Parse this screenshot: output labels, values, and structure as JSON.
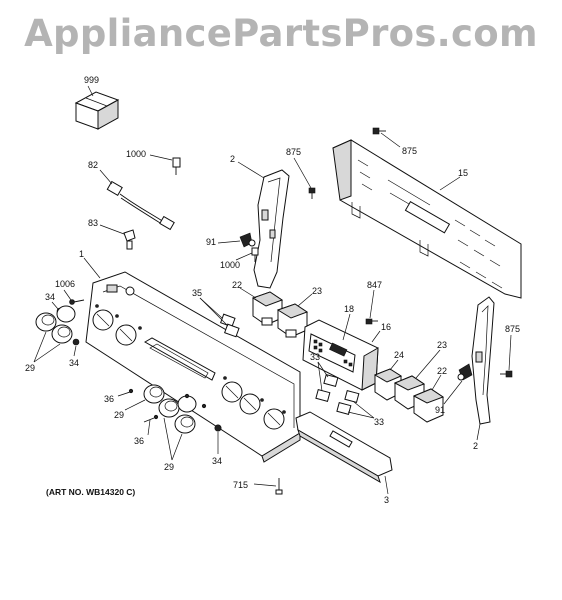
{
  "watermark": "AppliancePartsPros.com",
  "art_no": "(ART NO. WB14320 C)",
  "callouts": {
    "c999": "999",
    "c1000a": "1000",
    "c82": "82",
    "c2a": "2",
    "c875a": "875",
    "c875b": "875",
    "c15": "15",
    "c83": "83",
    "c91a": "91",
    "c1000b": "1000",
    "c1": "1",
    "c1006": "1006",
    "c34a": "34",
    "c35": "35",
    "c22a": "22",
    "c23a": "23",
    "c847": "847",
    "c18": "18",
    "c16": "16",
    "c875c": "875",
    "c29a": "29",
    "c34b": "34",
    "c33a": "33",
    "c24": "24",
    "c23b": "23",
    "c22b": "22",
    "c91b": "91",
    "c36a": "36",
    "c29b": "29",
    "c36b": "36",
    "c33b": "33",
    "c2b": "2",
    "c29c": "29",
    "c34c": "34",
    "c3": "3",
    "c715": "715"
  }
}
